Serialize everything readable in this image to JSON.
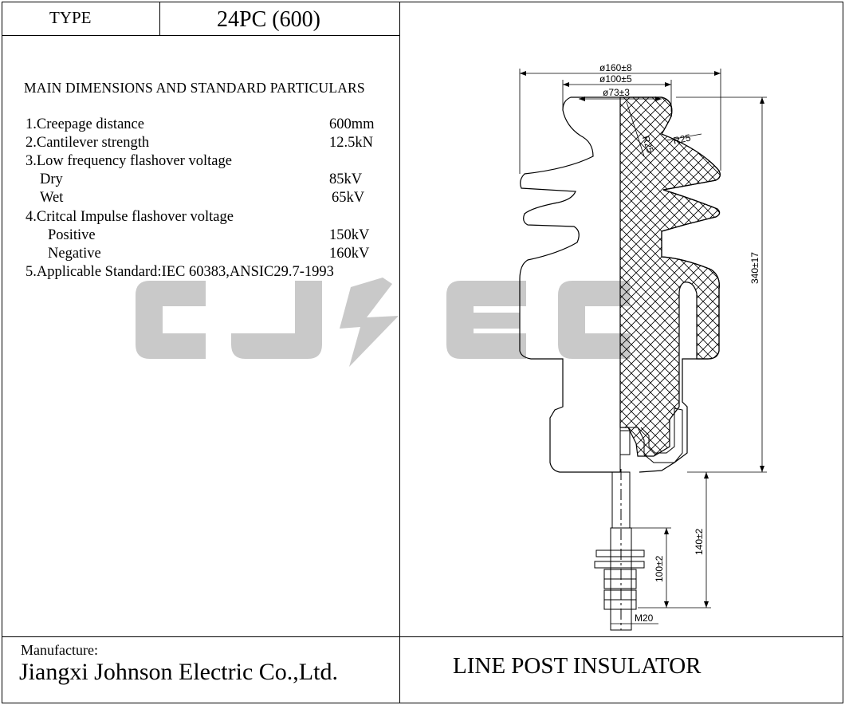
{
  "header": {
    "type_label": "TYPE",
    "type_value": "24PC (600)"
  },
  "specs": {
    "title": "MAIN DIMENSIONS AND STANDARD PARTICULARS",
    "rows": [
      {
        "label": "1.Creepage distance",
        "value": "600mm"
      },
      {
        "label": "2.Cantilever strength",
        "value": "12.5kN"
      },
      {
        "label": "3.Low frequency flashover voltage",
        "value": ""
      },
      {
        "label": "Dry",
        "value": "85kV"
      },
      {
        "label": "Wet",
        "value": "65kV"
      },
      {
        "label": "4.Critcal Impulse flashover voltage",
        "value": ""
      },
      {
        "label": "Positive",
        "value": "150kV"
      },
      {
        "label": "Negative",
        "value": "160kV"
      },
      {
        "label": "5.Applicable Standard:IEC 60383,ANSIC29.7-1993",
        "value": ""
      }
    ]
  },
  "watermark": {
    "text": "CJ EC",
    "color": "#c8c8c8"
  },
  "drawing": {
    "dimensions": {
      "d160": "ø160±8",
      "d100": "ø100±5",
      "d73": "ø73±3",
      "r25_a": "R25",
      "r25_b": "R25",
      "h340": "340±17",
      "h140": "140±2",
      "h100": "100±2",
      "thread": "M20"
    }
  },
  "footer": {
    "manufacture_label": "Manufacture:",
    "manufacturer": "Jiangxi Johnson Electric Co.,Ltd.",
    "product": "LINE POST INSULATOR"
  }
}
